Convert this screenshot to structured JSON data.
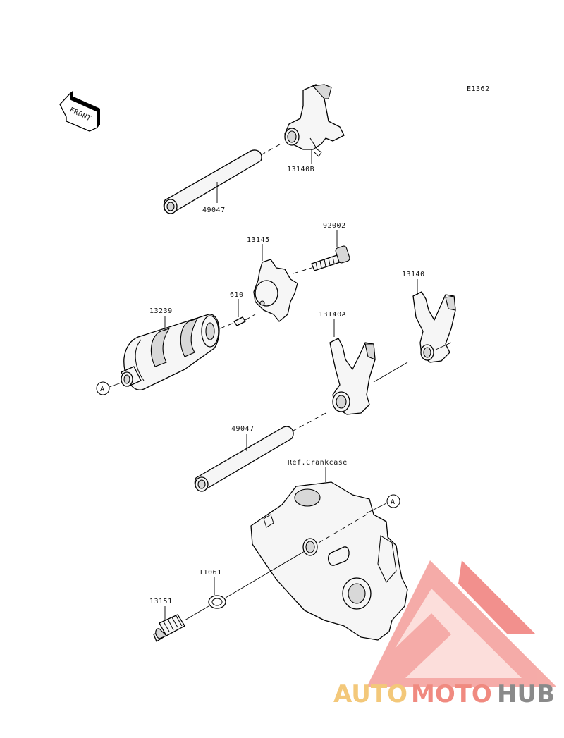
{
  "diagram_code": "E1362",
  "front_label": "FRONT",
  "parts": {
    "fork_13140B": "13140B",
    "shaft_upper": "49047",
    "bolt": "92002",
    "stopper_plate": "13145",
    "pin": "610",
    "drum": "13239",
    "fork_13140": "13140",
    "fork_13140A": "13140A",
    "shaft_lower": "49047",
    "crankcase_ref": "Ref.Crankcase",
    "oring": "11061",
    "switch": "13151"
  },
  "ref_marker": "A",
  "watermark": {
    "part1": "AUTO",
    "part2": "MOTO",
    "part3": "HUB",
    "color1": "#f3c87a",
    "color2": "#f08a80",
    "color3": "#8a8a8a",
    "logo_color": "#ef6f6a"
  }
}
